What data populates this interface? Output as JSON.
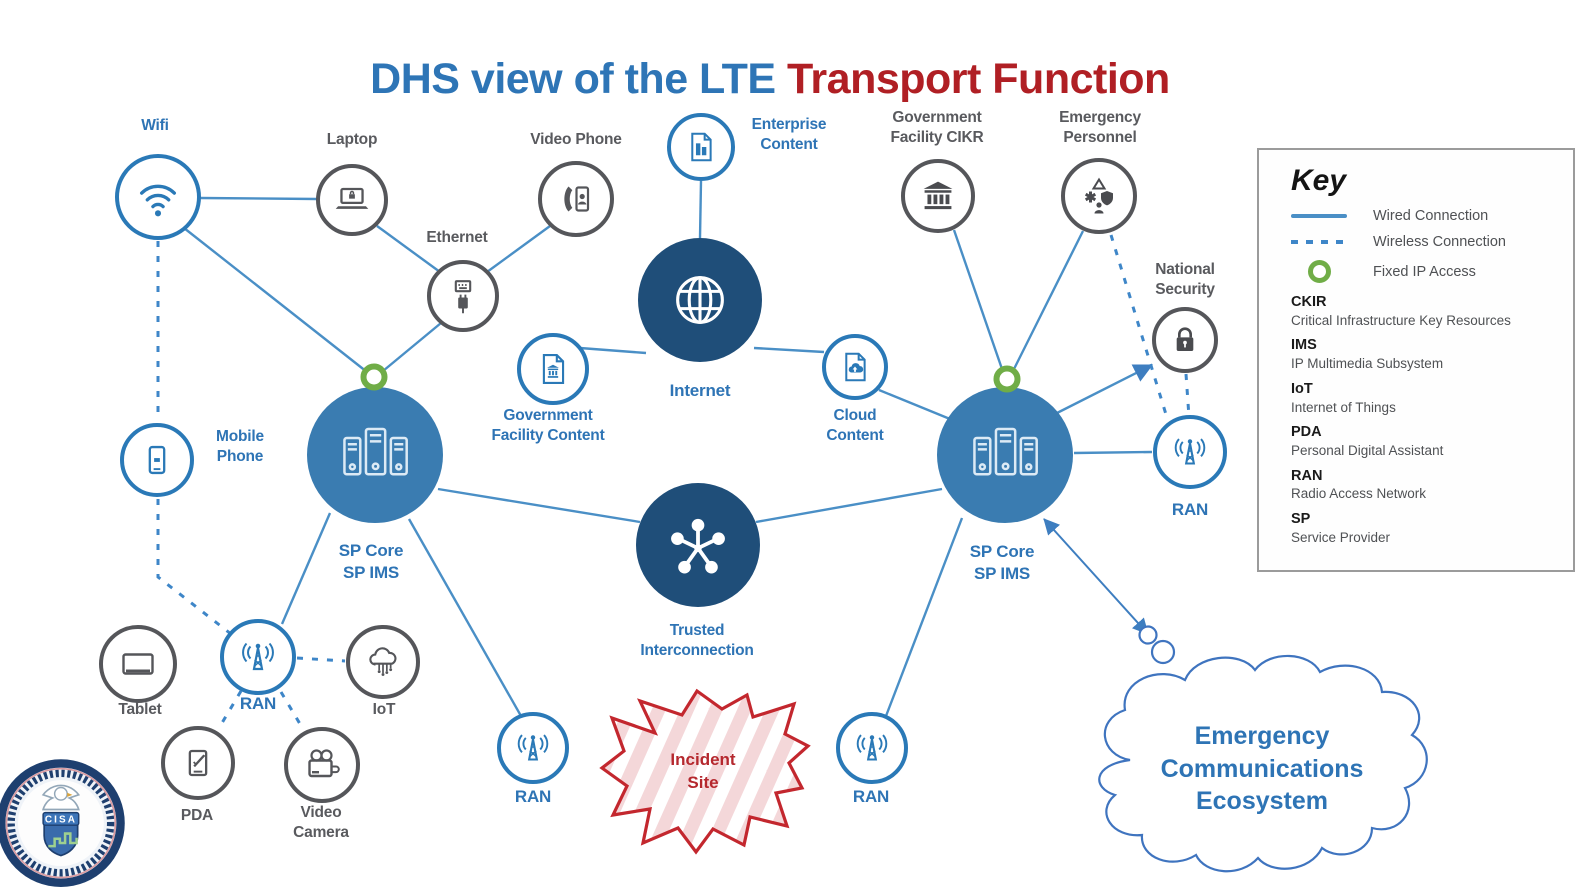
{
  "title": {
    "part1": "DHS view of the LTE ",
    "part2": "Transport Function"
  },
  "nodes": {
    "wifi": {
      "label": "Wifi"
    },
    "laptop": {
      "label": "Laptop"
    },
    "video_phone": {
      "label": "Video Phone"
    },
    "ethernet": {
      "label": "Ethernet"
    },
    "enterprise_content": {
      "label": "Enterprise\nContent"
    },
    "government_facility_cikr": {
      "label": "Government\nFacility CIKR"
    },
    "emergency_personnel": {
      "label": "Emergency\nPersonnel"
    },
    "national_security": {
      "label": "National\nSecurity"
    },
    "internet": {
      "label": "Internet"
    },
    "government_facility_content": {
      "label": "Government\nFacility Content"
    },
    "cloud_content": {
      "label": "Cloud\nContent"
    },
    "sp_core_left": {
      "label": "SP Core\nSP IMS"
    },
    "sp_core_right": {
      "label": "SP Core\nSP IMS"
    },
    "mobile_phone": {
      "label": "Mobile\nPhone"
    },
    "trusted_interconnection": {
      "label": "Trusted\nInterconnection"
    },
    "ran_right": {
      "label": "RAN"
    },
    "tablet": {
      "label": "Tablet"
    },
    "ran_left": {
      "label": "RAN"
    },
    "iot": {
      "label": "IoT"
    },
    "pda": {
      "label": "PDA"
    },
    "video_camera": {
      "label": "Video\nCamera"
    },
    "ran_bottom_left": {
      "label": "RAN"
    },
    "ran_bottom_right": {
      "label": "RAN"
    }
  },
  "incident_site": {
    "label": "Incident\nSite"
  },
  "ecosystem_cloud": {
    "label": "Emergency\nCommunications\nEcosystem"
  },
  "key": {
    "title": "Key",
    "lines": [
      {
        "type": "solid",
        "label": "Wired Connection"
      },
      {
        "type": "dashed",
        "label": "Wireless Connection"
      },
      {
        "type": "ring",
        "label": "Fixed IP Access"
      }
    ],
    "abbreviations": [
      {
        "abbr": "CKIR",
        "full": "Critical Infrastructure Key Resources"
      },
      {
        "abbr": "IMS",
        "full": "IP Multimedia Subsystem"
      },
      {
        "abbr": "IoT",
        "full": "Internet of Things"
      },
      {
        "abbr": "PDA",
        "full": "Personal Digital Assistant"
      },
      {
        "abbr": "RAN",
        "full": "Radio Access Network"
      },
      {
        "abbr": "SP",
        "full": "Service Provider"
      }
    ]
  },
  "logo": {
    "text": "CISA"
  },
  "colors": {
    "title_blue": "#2E75B6",
    "title_red": "#B01F24",
    "node_blue": "#2A79B7",
    "node_gray": "#55565A",
    "navy_fill": "#1F4E79",
    "steel_fill": "#3A7CB1",
    "label_blue": "#2E74B5",
    "label_gray": "#595A5E",
    "wired_line": "#4A8FC6",
    "wireless_line": "#3E86C8",
    "fixed_ip_green": "#70AD47",
    "incident_red": "#C3272E"
  }
}
